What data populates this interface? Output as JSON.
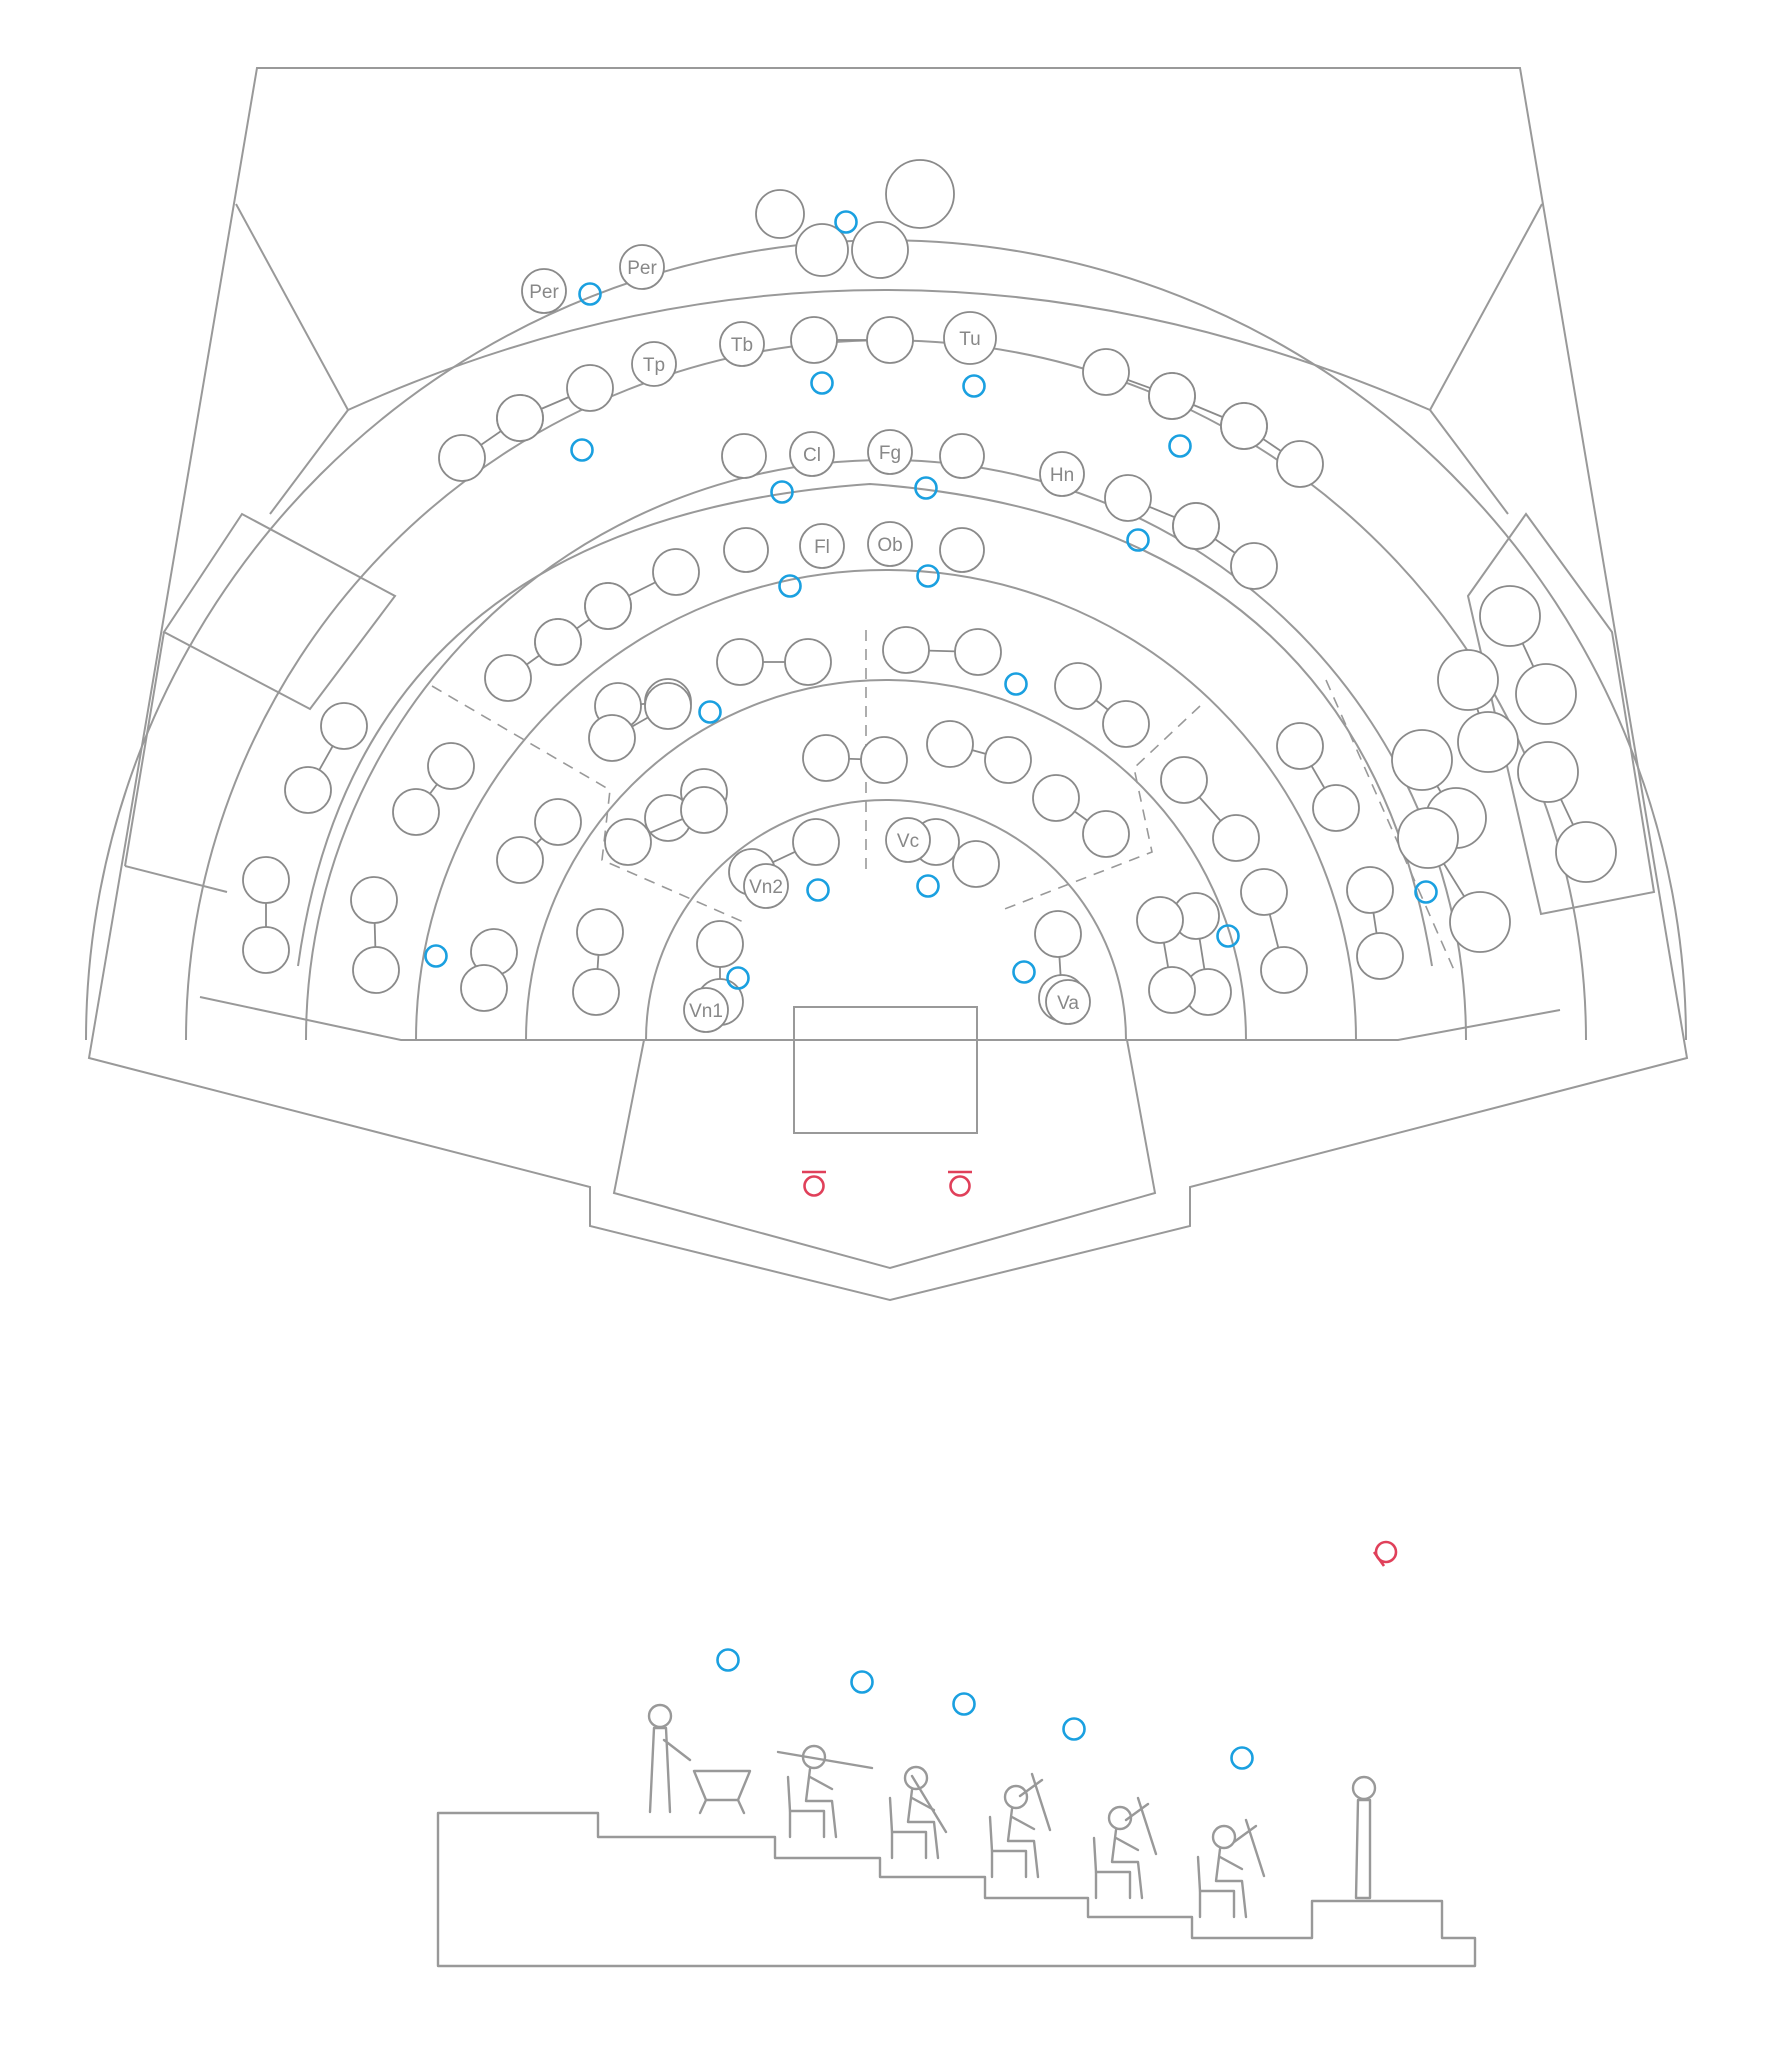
{
  "colors": {
    "line": "#999999",
    "seat_stroke": "#8a8a8a",
    "label_text": "#888888",
    "microphone": "#1aa0e0",
    "listener": "#e0405a",
    "background": "#ffffff"
  },
  "plan": {
    "section_labels": {
      "percussion_1": "Per",
      "percussion_2": "Per",
      "trumpet": "Tp",
      "trombone": "Tb",
      "tuba": "Tu",
      "clarinet": "Cl",
      "bassoon": "Fg",
      "horn": "Hn",
      "flute": "Fl",
      "oboe": "Ob",
      "violin_2": "Vn2",
      "cello": "Vc",
      "violin_1": "Vn1",
      "viola": "Va"
    },
    "icons": {
      "seat": "circle-seat",
      "microphone": "blue-ring",
      "listener": "red-ring-head",
      "podium": "rectangle"
    }
  },
  "section_view": {
    "icons": {
      "performer": "seated-musician-figure",
      "conductor": "standing-figure",
      "riser": "stepped-platform"
    }
  }
}
